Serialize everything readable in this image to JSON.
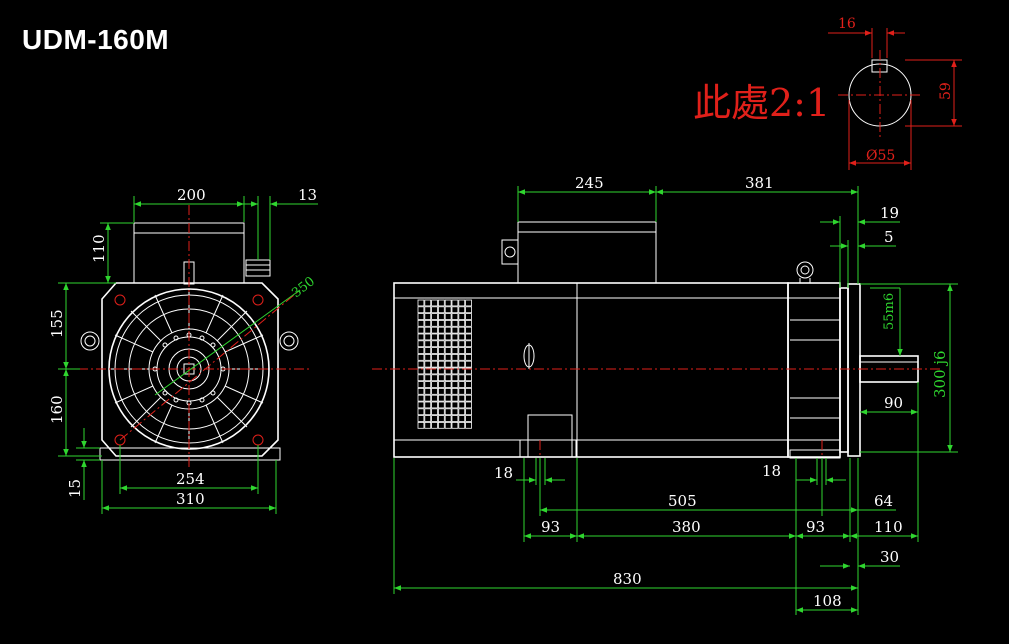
{
  "title": "UDM-160M",
  "scale_note": "此處2:1",
  "colors": {
    "background": "#000000",
    "outline": "#ffffff",
    "dimension": "#2fd62f",
    "centerline": "#e0201a",
    "title": "#ffffff",
    "note": "#e0201a"
  },
  "shaft_detail": {
    "key_width": "16",
    "key_depth": "59",
    "diameter": "Ø55"
  },
  "front_view": {
    "box_width": "200",
    "box_offset": "13",
    "box_height": "110",
    "upper_height": "155",
    "lower_height": "160",
    "foot_height": "15",
    "pcd": "350",
    "bolt_spacing": "254",
    "base_width": "310"
  },
  "side_view": {
    "box_offset": "245",
    "box_to_flange": "381",
    "flange_total": "19",
    "flange_thk": "5",
    "shaft_fit": "55m6",
    "spigot_fit": "300 j6",
    "shaft_length": "90",
    "foot_slot_left": "18",
    "foot_slot_right": "18",
    "foot_span": "505",
    "flange_to_end": "64",
    "foot_left": "93",
    "foot_between": "380",
    "foot_right": "93",
    "shaft_ext": "110",
    "shoulder": "30",
    "overall_length": "830",
    "nose_length": "108"
  }
}
